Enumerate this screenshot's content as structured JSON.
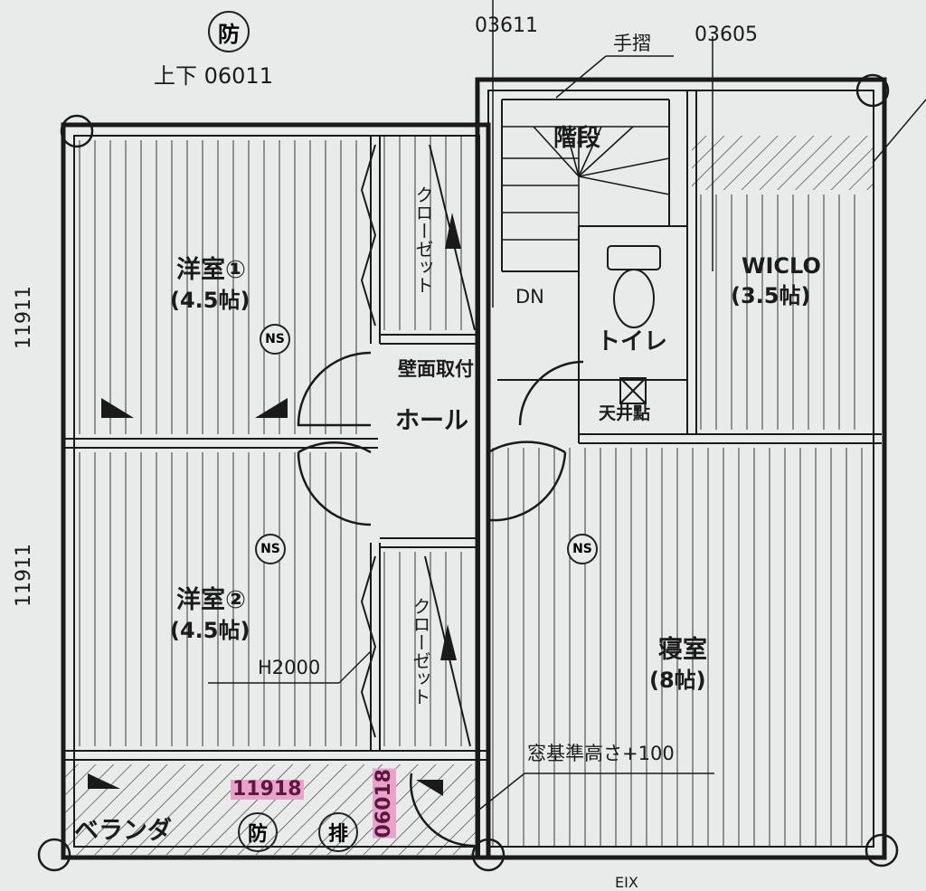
{
  "header": {
    "top_mark": "防",
    "top_code": "上下 06011",
    "code_left": "03611",
    "code_right": "03605",
    "handrail": "手摺"
  },
  "rooms": {
    "western1_name": "洋室①",
    "western1_size": "(4.5帖)",
    "western2_name": "洋室②",
    "western2_size": "(4.5帖)",
    "wiclo_name": "WICLO",
    "wiclo_size": "(3.5帖)",
    "stairs": "階段",
    "toilet": "トイレ",
    "hall": "ホール",
    "bedroom_name": "寝室",
    "bedroom_size": "(8帖)",
    "veranda": "ベランダ"
  },
  "notes": {
    "closet_upper": "クローゼット",
    "closet_lower": "クローゼット",
    "dn": "DN",
    "wall_mount": "壁面取付",
    "ceiling_hatch": "天井點",
    "h2000": "H2000",
    "window_height": "窓基準高さ+100",
    "ns": "NS",
    "bottom_partial": "EIX"
  },
  "dimensions": {
    "left_upper": "11911",
    "left_lower": "11911",
    "veranda_code": "11918",
    "veranda_code2": "06018"
  },
  "marks": {
    "veranda_mark1": "防",
    "veranda_mark2": "排"
  }
}
